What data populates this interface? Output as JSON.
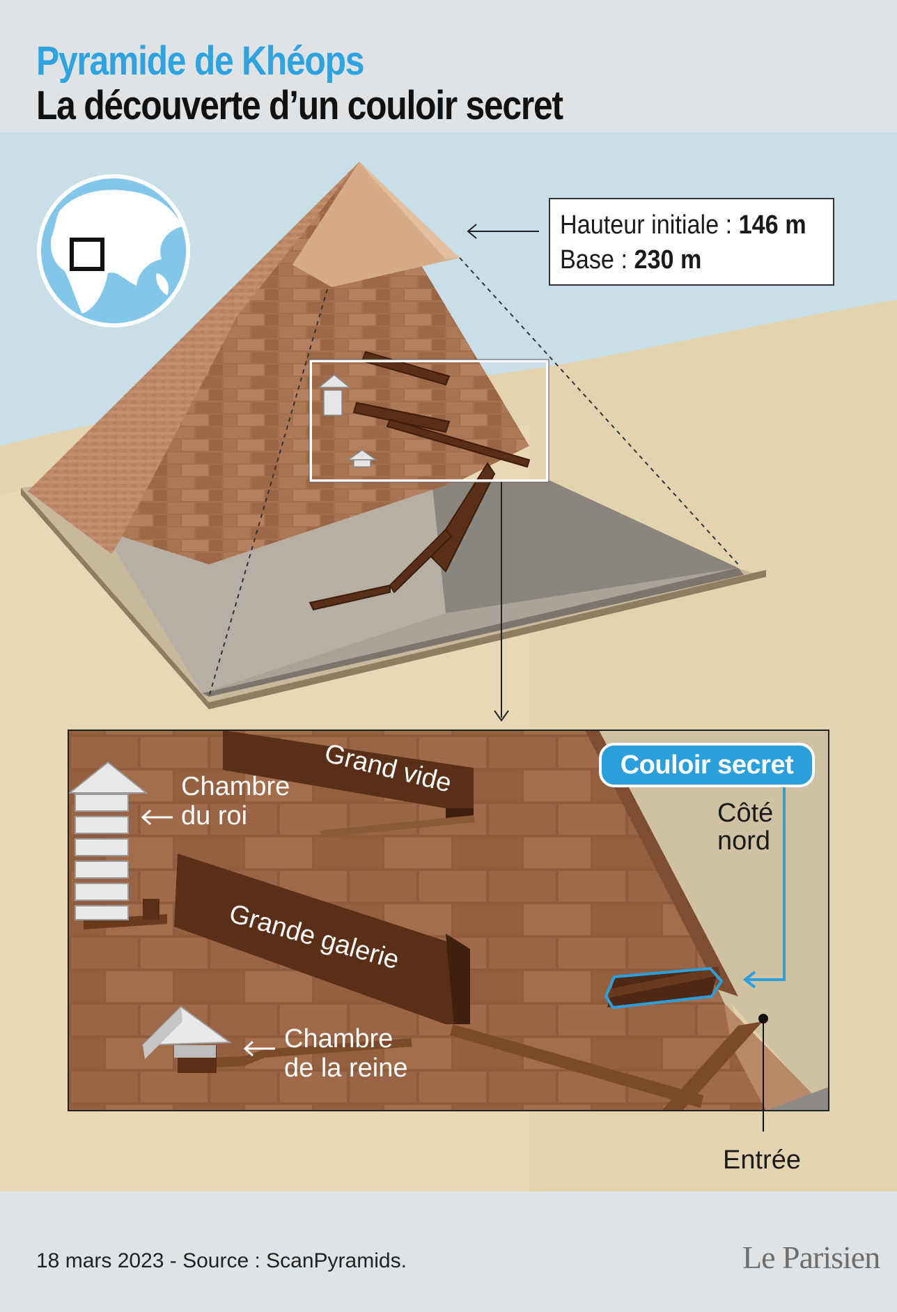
{
  "header": {
    "title": "Pyramide de Khéops",
    "subtitle": "La découverte d’un couloir secret"
  },
  "dimensions": {
    "height_label": "Hauteur initiale : ",
    "height_value": "146 m",
    "base_label": "Base : ",
    "base_value": "230 m"
  },
  "labels": {
    "grand_vide": "Grand vide",
    "chambre_roi_1": "Chambre",
    "chambre_roi_2": "du roi",
    "grande_galerie": "Grande galerie",
    "chambre_reine_1": "Chambre",
    "chambre_reine_2": "de la reine",
    "couloir_secret": "Couloir secret",
    "cote_nord_1": "Côté",
    "cote_nord_2": "nord",
    "entree": "Entrée"
  },
  "footer": {
    "source": "18 mars 2023 - Source : ScanPyramids.",
    "logo": "Le Parisien"
  },
  "colors": {
    "title_accent": "#2ea3e0",
    "sky": "#c9dfe8",
    "sand": "#e4d3af",
    "stone": "#b07b58",
    "corridor": "#5a2f17",
    "highlight": "#2b9fdc"
  },
  "icons": [
    "globe-icon",
    "arrow-left-icon",
    "arrow-down-icon"
  ]
}
